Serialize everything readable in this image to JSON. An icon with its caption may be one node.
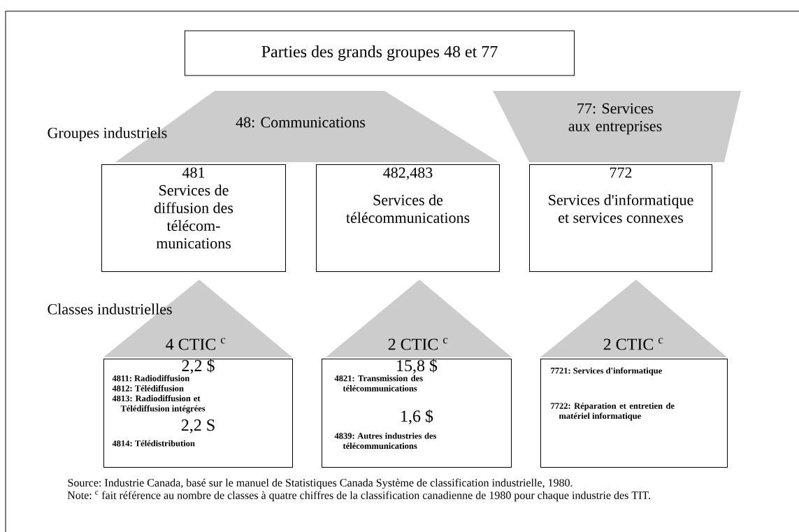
{
  "diagram": {
    "nodes": [
      {
        "text": [
          "Parties des grands groupes 48 et 77"
        ]
      },
      {
        "text": [
          "48: Communications"
        ]
      },
      {
        "text": [
          "77: Services aux entreprises"
        ]
      },
      {
        "text": [
          "481",
          "Services de diffusion des télécom-munications"
        ]
      },
      {
        "text": [
          "482,483",
          "Services de télécommunications"
        ]
      },
      {
        "text": [
          "772",
          "Services d'informatique et services connexes"
        ]
      },
      {
        "text": [
          "4 CTIC $^{c}$"
        ]
      },
      {
        "text": [
          "2 CTIC $^{c}$"
        ]
      },
      {
        "text": [
          "2 CTIC $^{c}$"
        ]
      },
      {
        "text": [
          "2,2 $",
          "4811: Radiodiffusion",
          "4812: Télédiffusion",
          "4813: Radiodiffusion et Télédiffusion intégrées",
          "2,2 S",
          "4814: Télédistribution"
        ]
      },
      {
        "text": [
          "15,8 $",
          "4821: Transmission des télécommunications",
          "1,6 $",
          "4839: Autres industries des télécommunications"
        ]
      },
      {
        "text": [
          "7721: Services d'informatique",
          "7722: Réparation et entretien de matériel informatique"
        ]
      }
    ],
    "labels": [
      "Groupes industriels",
      "Classes industrielles",
      "Source: Industrie Canada, basé sur le manuel de Statistiques Canada Système de classification industrielle, 1980.",
      "Note: $^{c}$ fait référence au nombre de classes à quatre chiffres de la classification canadienne de 1980 pour chaque industrie des TIT."
    ]
  }
}
